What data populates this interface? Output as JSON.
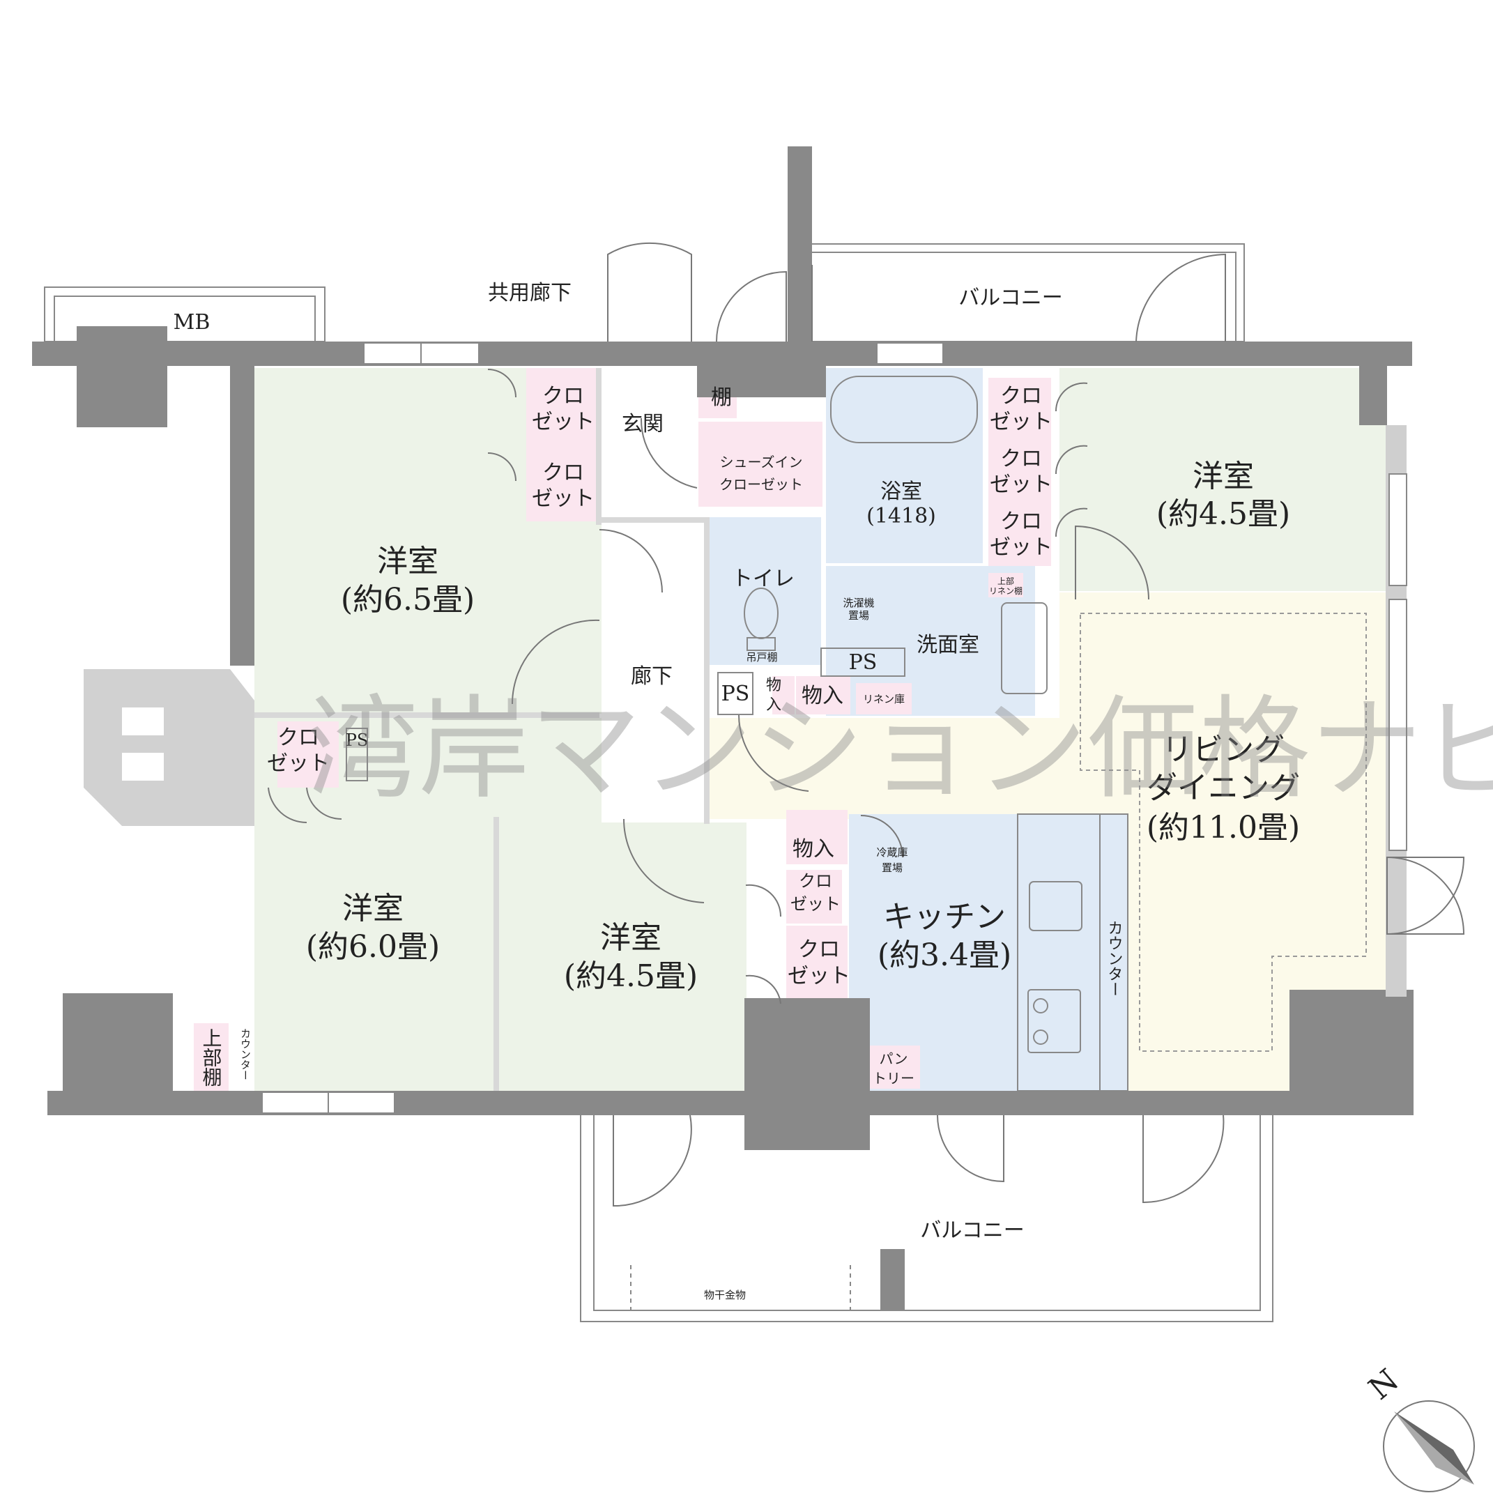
{
  "colors": {
    "wall": "#898989",
    "bedroom": "#edf3e8",
    "closet": "#fbe6ef",
    "wet_area": "#dfeaf6",
    "living": "#fcfaea",
    "hall": "#ffffff",
    "watermark": "#8a8a8a"
  },
  "labels": {
    "common_corridor": "共用廊下",
    "mb": "MB",
    "balcony_north": "バルコニー",
    "balcony_south": "バルコニー",
    "hanger_rail": "物干金物",
    "entrance": "玄関",
    "shelf": "棚",
    "shoes_in_closet_1": "シューズイン",
    "shoes_in_closet_2": "クローゼット",
    "bath": "浴室",
    "bath_size": "(1418)",
    "toilet": "トイレ",
    "hanging_shelf": "吊戸棚",
    "washer_1": "洗濯機",
    "washer_2": "置場",
    "washroom": "洗面室",
    "upper_linen_1": "上部",
    "upper_linen_2": "リネン棚",
    "linen": "リネン庫",
    "ps": "PS",
    "ps_vertical": "PS",
    "storage_small_1": "物",
    "storage_small_2": "入",
    "storage": "物入",
    "corridor": "廊下",
    "closet_1": "クロ",
    "closet_2": "ゼット",
    "western_room": "洋室",
    "size_6_5": "(約6.5畳)",
    "size_6_0": "(約6.0畳)",
    "size_4_5": "(約4.5畳)",
    "living_1": "リビング",
    "living_2": "ダイニング",
    "living_size": "(約11.0畳)",
    "fridge_1": "冷蔵庫",
    "fridge_2": "置場",
    "kitchen": "キッチン",
    "kitchen_size": "(約3.4畳)",
    "counter": "カウンター",
    "pantry_1": "パン",
    "pantry_2": "トリー",
    "upper_shelf": "上部棚",
    "north_mark": "N"
  },
  "watermark": "湾岸マンション価格ナビ",
  "icons": [
    "bathtub-icon",
    "toilet-icon",
    "sink-icon",
    "stove-icon",
    "compass-icon",
    "door-swing-icon",
    "window-icon"
  ]
}
